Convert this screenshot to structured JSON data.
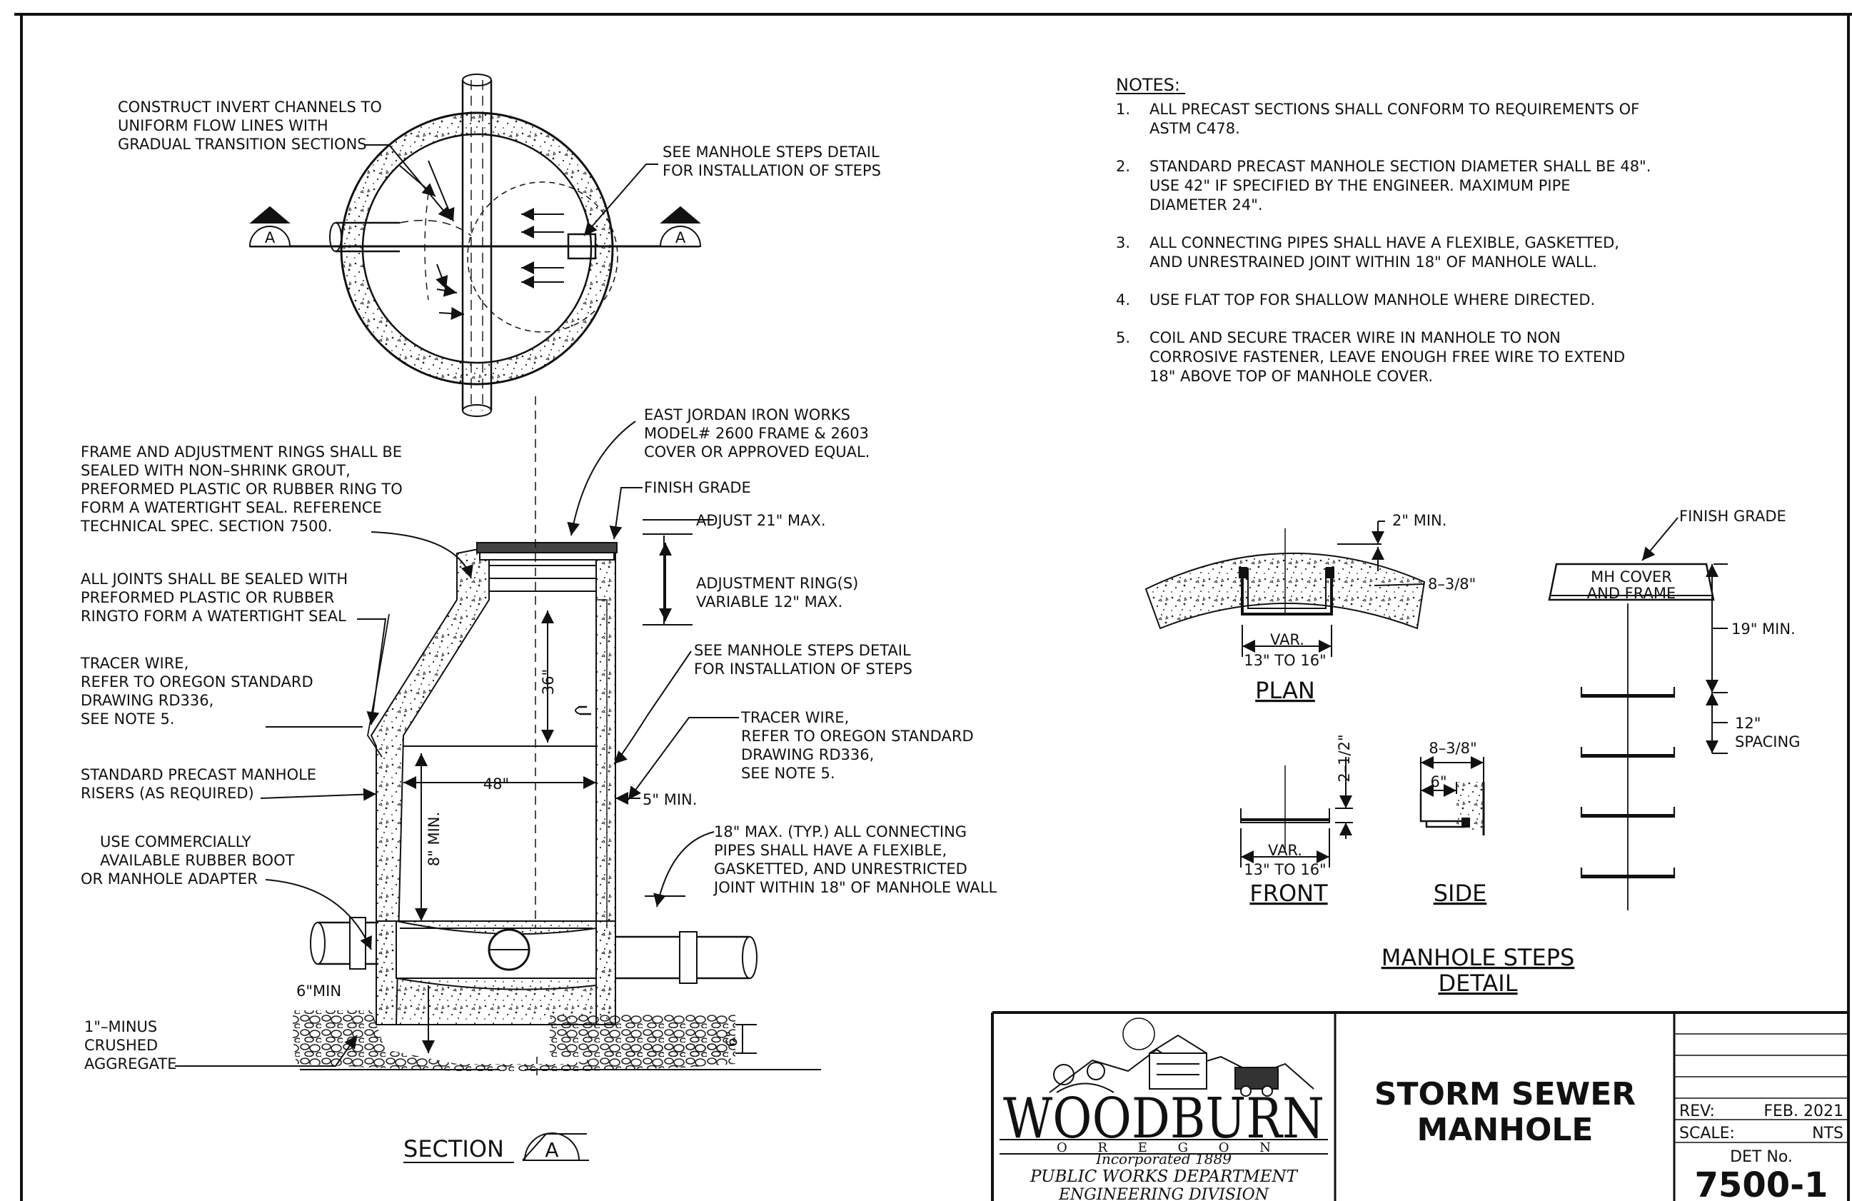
{
  "plan_view": {
    "callout_invert": [
      "CONSTRUCT INVERT CHANNELS TO",
      "UNIFORM FLOW LINES WITH",
      "GRADUAL TRANSITION SECTIONS"
    ],
    "callout_steps": [
      "SEE MANHOLE STEPS DETAIL",
      "FOR INSTALLATION OF STEPS"
    ],
    "section_marker": "A"
  },
  "section_view": {
    "callout_ejiw": [
      "EAST JORDAN IRON WORKS",
      "MODEL# 2600 FRAME & 2603",
      "COVER OR APPROVED EQUAL."
    ],
    "callout_finish_grade": "FINISH GRADE",
    "callout_adjust": "ADJUST 21\" MAX.",
    "callout_rings": [
      "ADJUSTMENT RING(S)",
      "VARIABLE 12\" MAX."
    ],
    "callout_steps": [
      "SEE MANHOLE STEPS DETAIL",
      "FOR INSTALLATION OF STEPS"
    ],
    "callout_tracer_right": [
      "TRACER WIRE,",
      "REFER TO OREGON STANDARD",
      "DRAWING RD336,",
      "SEE NOTE 5."
    ],
    "callout_5min": "5\" MIN.",
    "callout_18max": [
      "18\" MAX. (TYP.) ALL CONNECTING",
      "PIPES  SHALL HAVE A FLEXIBLE,",
      "GASKETTED, AND UNRESTRICTED",
      "JOINT WITHIN 18\" OF MANHOLE WALL"
    ],
    "callout_frame_rings": [
      "FRAME AND ADJUSTMENT RINGS SHALL BE",
      "SEALED WITH NON–SHRINK GROUT,",
      "PREFORMED PLASTIC OR RUBBER RING TO",
      "FORM A WATERTIGHT SEAL. REFERENCE",
      "TECHNICAL SPEC. SECTION 7500."
    ],
    "callout_joints": [
      "ALL JOINTS SHALL BE SEALED WITH",
      "PREFORMED PLASTIC OR RUBBER",
      "RINGTO FORM A WATERTIGHT SEAL"
    ],
    "callout_tracer_left": [
      "TRACER WIRE,",
      "REFER TO OREGON STANDARD",
      "DRAWING RD336,",
      "SEE NOTE 5."
    ],
    "callout_risers": [
      "STANDARD PRECAST MANHOLE",
      "RISERS (AS REQUIRED)"
    ],
    "callout_boot": [
      "USE COMMERCIALLY",
      "AVAILABLE RUBBER BOOT",
      "OR MANHOLE ADAPTER"
    ],
    "callout_aggregate": [
      "1\"–MINUS",
      "CRUSHED",
      "AGGREGATE"
    ],
    "dim_36": "36\"",
    "dim_48": "48\"",
    "dim_8min": "8\" MIN.",
    "dim_6min": "6\"MIN",
    "dim_6": "6\"",
    "title_word": "SECTION",
    "title_marker": "A"
  },
  "notes": {
    "heading": "NOTES:",
    "items": [
      {
        "num": "1.",
        "lines": [
          "ALL PRECAST SECTIONS SHALL CONFORM TO REQUIREMENTS OF",
          "ASTM C478."
        ]
      },
      {
        "num": "2.",
        "lines": [
          "STANDARD PRECAST MANHOLE SECTION DIAMETER SHALL BE 48\".",
          "USE 42\" IF SPECIFIED BY THE ENGINEER.   MAXIMUM PIPE",
          "DIAMETER 24\"."
        ]
      },
      {
        "num": "3.",
        "lines": [
          "ALL CONNECTING PIPES SHALL HAVE A FLEXIBLE, GASKETTED,",
          "AND UNRESTRAINED JOINT WITHIN 18\" OF MANHOLE WALL."
        ]
      },
      {
        "num": "4.",
        "lines": [
          "USE FLAT TOP FOR SHALLOW MANHOLE WHERE DIRECTED."
        ]
      },
      {
        "num": "5.",
        "lines": [
          "COIL AND SECURE TRACER WIRE IN MANHOLE TO NON",
          "CORROSIVE FASTENER, LEAVE ENOUGH FREE WIRE TO EXTEND",
          "18\" ABOVE TOP OF MANHOLE COVER."
        ]
      }
    ]
  },
  "steps_detail": {
    "plan_2min": "2\" MIN.",
    "plan_838": "8–3/8\"",
    "plan_var": "VAR.",
    "plan_range": "13\" TO 16\"",
    "plan_title": "PLAN",
    "front_212": "2–1/2\"",
    "front_var": "VAR.",
    "front_range": "13\" TO 16\"",
    "front_title": "FRONT",
    "side_838": "8–3/8\"",
    "side_6": "6\"",
    "side_title": "SIDE",
    "elev_finish_grade": "FINISH GRADE",
    "elev_cover": [
      "MH COVER",
      "AND FRAME"
    ],
    "elev_19min": "19\" MIN.",
    "elev_spacing": [
      "12\"",
      "SPACING"
    ],
    "title": [
      "MANHOLE STEPS",
      "DETAIL"
    ]
  },
  "title_block": {
    "logo_name": "WOODBURN",
    "logo_state": "O R E G O N",
    "logo_incorporated": "Incorporated 1889",
    "dept": "PUBLIC WORKS DEPARTMENT",
    "division": "ENGINEERING DIVISION",
    "drawing_title": [
      "STORM SEWER",
      "MANHOLE"
    ],
    "rev_label": "REV:",
    "rev_value": "FEB. 2021",
    "scale_label": "SCALE:",
    "scale_value": "NTS",
    "det_label": "DET No.",
    "det_value": "7500-1"
  }
}
